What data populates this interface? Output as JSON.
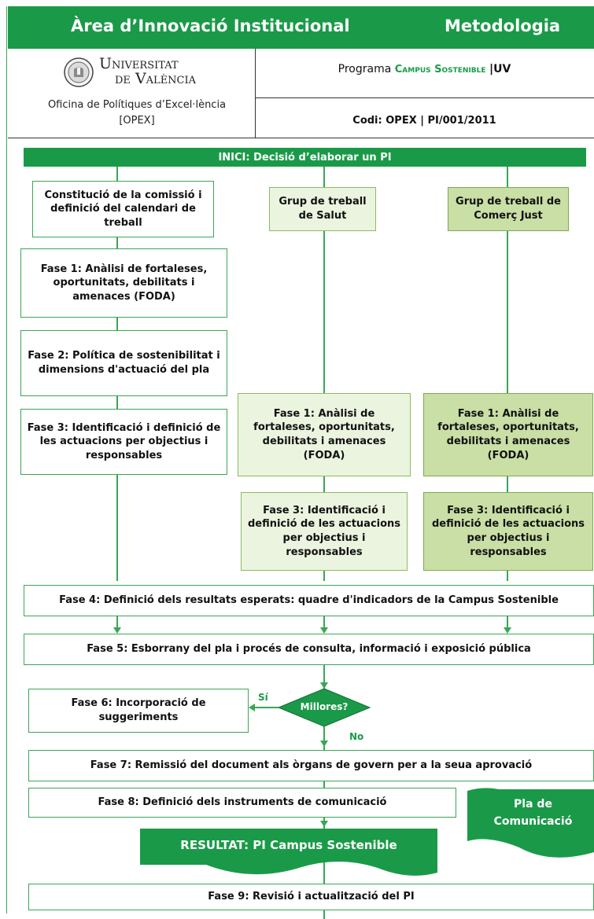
{
  "header": {
    "area_title": "Àrea d’Innovació Institucional",
    "method_title": "Metodologia",
    "university_line1": "Universitat",
    "university_line2": "de València",
    "office_name": "Oficina de Polítiques d’Excel·lència",
    "office_abbr": "[OPEX]",
    "program_prefix": "Programa",
    "program_name": "Campus Sostenible",
    "program_suffix": "|UV",
    "code": "Codi: OPEX | PI/001/2011"
  },
  "flow": {
    "start": "INICI: Decisió d’elaborar un PI",
    "col1": {
      "step0": "Constitució de la comissió i definició del calendari de treball",
      "step1": "Fase 1: Anàlisi de fortaleses, oportunitats, debilitats i amenaces (FODA)",
      "step2": "Fase 2: Política de sostenibilitat i dimensions d'actuació del pla",
      "step3": "Fase 3: Identificació i definició de les actuacions per objectius i responsables"
    },
    "col2": {
      "group": "Grup de treball de Salut",
      "step1": "Fase 1: Anàlisi de fortaleses, oportunitats, debilitats i amenaces (FODA)",
      "step3": "Fase 3: Identificació i definició de les actuacions per objectius i responsables"
    },
    "col3": {
      "group": "Grup de treball de Comerç Just",
      "step1": "Fase 1: Anàlisi de fortaleses, oportunitats, debilitats i amenaces (FODA)",
      "step3": "Fase 3: Identificació i definició de les actuacions per objectius i responsables"
    },
    "phase4": "Fase 4: Definició dels resultats esperats: quadre d'indicadors de la Campus Sostenible",
    "phase5": "Fase 5: Esborrany del pla i procés de consulta, informació i exposició pública",
    "decision": "Millores?",
    "yes": "Sí",
    "no": "No",
    "phase6": "Fase 6: Incorporació de suggeriments",
    "phase7": "Fase 7: Remissió del document als òrgans de govern per a la seua aprovació",
    "phase8": "Fase 8: Definició dels instruments de comunicació",
    "comm_plan_1": "Pla de",
    "comm_plan_2": "Comunicació",
    "result": "RESULTAT: PI Campus Sostenible",
    "phase9": "Fase 9: Revisió i actualització del PI"
  },
  "colors": {
    "brand_green": "#1a9a48",
    "line_green": "#3aa655",
    "light_fill": "#ebf4df",
    "mid_fill": "#c9dfa5"
  }
}
